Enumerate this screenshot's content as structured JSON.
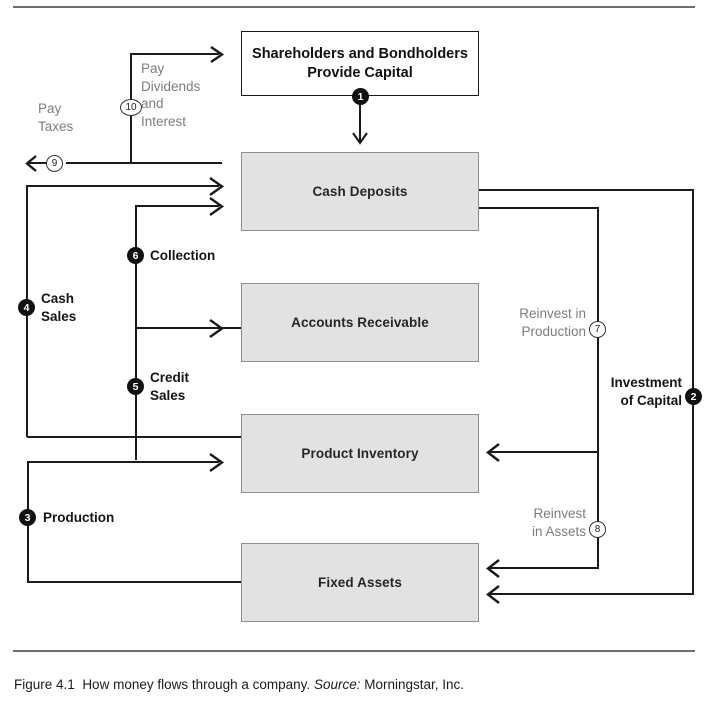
{
  "figure": {
    "caption_prefix": "Figure 4.1",
    "caption_text": "How money flows through a company.",
    "caption_source_label": "Source:",
    "caption_source_value": "Morningstar, Inc."
  },
  "colors": {
    "box_fill": "#e2e2e2",
    "box_border": "#8f8f8f",
    "line": "#1a1a1a",
    "gray_text": "#7d7d7d",
    "rule": "#6e6e6e"
  },
  "nodes": {
    "shareholders": "Shareholders and Bondholders\nProvide Capital",
    "shareholders_line1": "Shareholders and Bondholders",
    "shareholders_line2": "Provide Capital",
    "cash_deposits": "Cash Deposits",
    "accounts_receivable": "Accounts Receivable",
    "product_inventory": "Product Inventory",
    "fixed_assets": "Fixed Assets"
  },
  "steps": [
    {
      "n": "1",
      "label": "",
      "style": "dark"
    },
    {
      "n": "2",
      "label": "Investment\nof Capital",
      "style": "dark"
    },
    {
      "n": "3",
      "label": "Production",
      "style": "dark"
    },
    {
      "n": "4",
      "label": "Cash\nSales",
      "style": "dark"
    },
    {
      "n": "5",
      "label": "Credit\nSales",
      "style": "dark"
    },
    {
      "n": "6",
      "label": "Collection",
      "style": "dark"
    },
    {
      "n": "7",
      "label": "Reinvest in\nProduction",
      "style": "light"
    },
    {
      "n": "8",
      "label": "Reinvest\nin Assets",
      "style": "light"
    },
    {
      "n": "9",
      "label": "Pay\nTaxes",
      "style": "light"
    },
    {
      "n": "10",
      "label": "Pay\nDividends\nand\nInterest",
      "style": "light"
    }
  ],
  "labels": {
    "pay_taxes_l1": "Pay",
    "pay_taxes_l2": "Taxes",
    "pay_div_l1": "Pay",
    "pay_div_l2": "Dividends",
    "pay_div_l3": "and",
    "pay_div_l4": "Interest",
    "collection": "Collection",
    "cash_sales_l1": "Cash",
    "cash_sales_l2": "Sales",
    "credit_sales_l1": "Credit",
    "credit_sales_l2": "Sales",
    "production": "Production",
    "reinvest_prod_l1": "Reinvest in",
    "reinvest_prod_l2": "Production",
    "reinvest_assets_l1": "Reinvest",
    "reinvest_assets_l2": "in Assets",
    "investment_l1": "Investment",
    "investment_l2": "of Capital"
  },
  "markers": {
    "m1": "1",
    "m2": "2",
    "m3": "3",
    "m4": "4",
    "m5": "5",
    "m6": "6",
    "m7": "7",
    "m8": "8",
    "m9": "9",
    "m10": "10"
  }
}
